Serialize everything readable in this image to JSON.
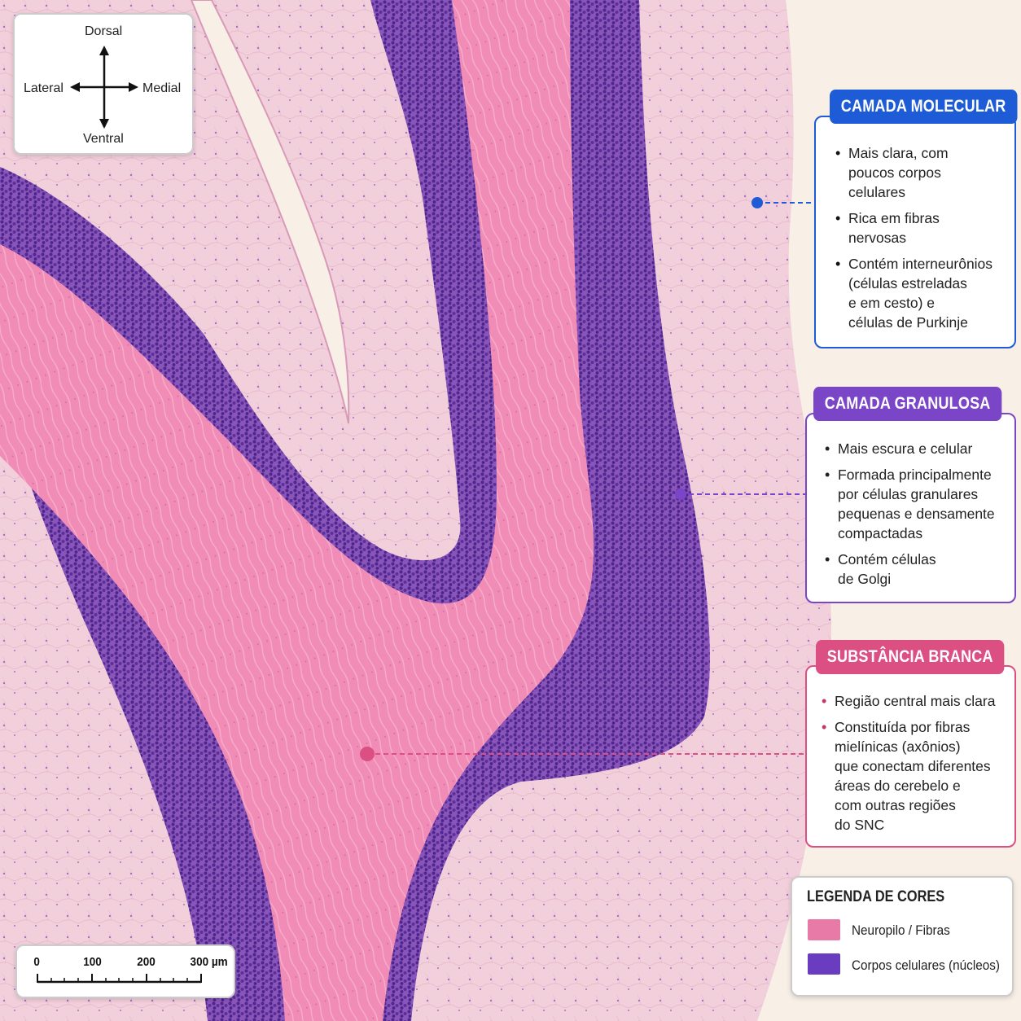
{
  "orientation": {
    "dorsal": "Dorsal",
    "ventral": "Ventral",
    "lateral": "Lateral",
    "medial": "Medial"
  },
  "annotations": {
    "molecular": {
      "title": "CAMADA MOLECULAR",
      "color": "#1e5bd6",
      "bullets": [
        "Mais clara, com\npoucos corpos\ncelulares",
        "Rica em fibras\nnervosas",
        "Contém interneurônios\n(células estreladas\n e em cesto) e\n células de Purkinje"
      ]
    },
    "granulosa": {
      "title": "CAMADA GRANULOSA",
      "color": "#7b45c8",
      "bullets": [
        "Mais escura e celular",
        "Formada principalmente\npor células granulares\npequenas e densamente\ncompactadas",
        "Contém células\nde Golgi"
      ]
    },
    "branca": {
      "title": "SUBSTÂNCIA BRANCA",
      "color": "#dc4f82",
      "bullets": [
        "Região central mais clara",
        "Constituída por fibras\nmielínicas (axônios)\nque conectam diferentes\náreas do cerebelo e\ncom outras regiões\ndo SNC"
      ]
    }
  },
  "legend": {
    "title": "LEGENDA DE CORES",
    "items": [
      {
        "label": "Neuropilo / Fibras",
        "color": "#e87aa8"
      },
      {
        "label": "Corpos celulares (núcleos)",
        "color": "#6a3cc0"
      }
    ]
  },
  "scale_bar": {
    "ticks": [
      "0",
      "100",
      "200",
      "300 µm"
    ]
  },
  "tissue_colors": {
    "molecular_layer": "#f1cfd9",
    "granular_layer": "#6a3aa8",
    "white_matter": "#ee8fb5",
    "background": "#f8efe6"
  }
}
